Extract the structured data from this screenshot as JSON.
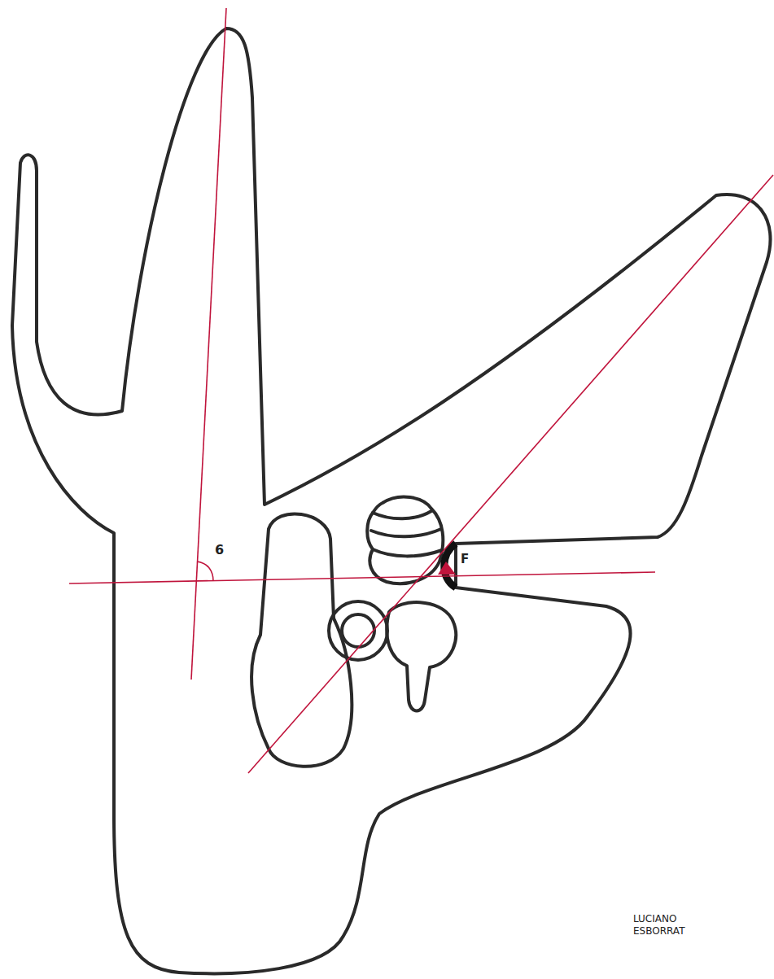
{
  "diagram": {
    "labels": [
      "6",
      "F",
      "LUCIANO ESBORRAT"
    ]
  }
}
